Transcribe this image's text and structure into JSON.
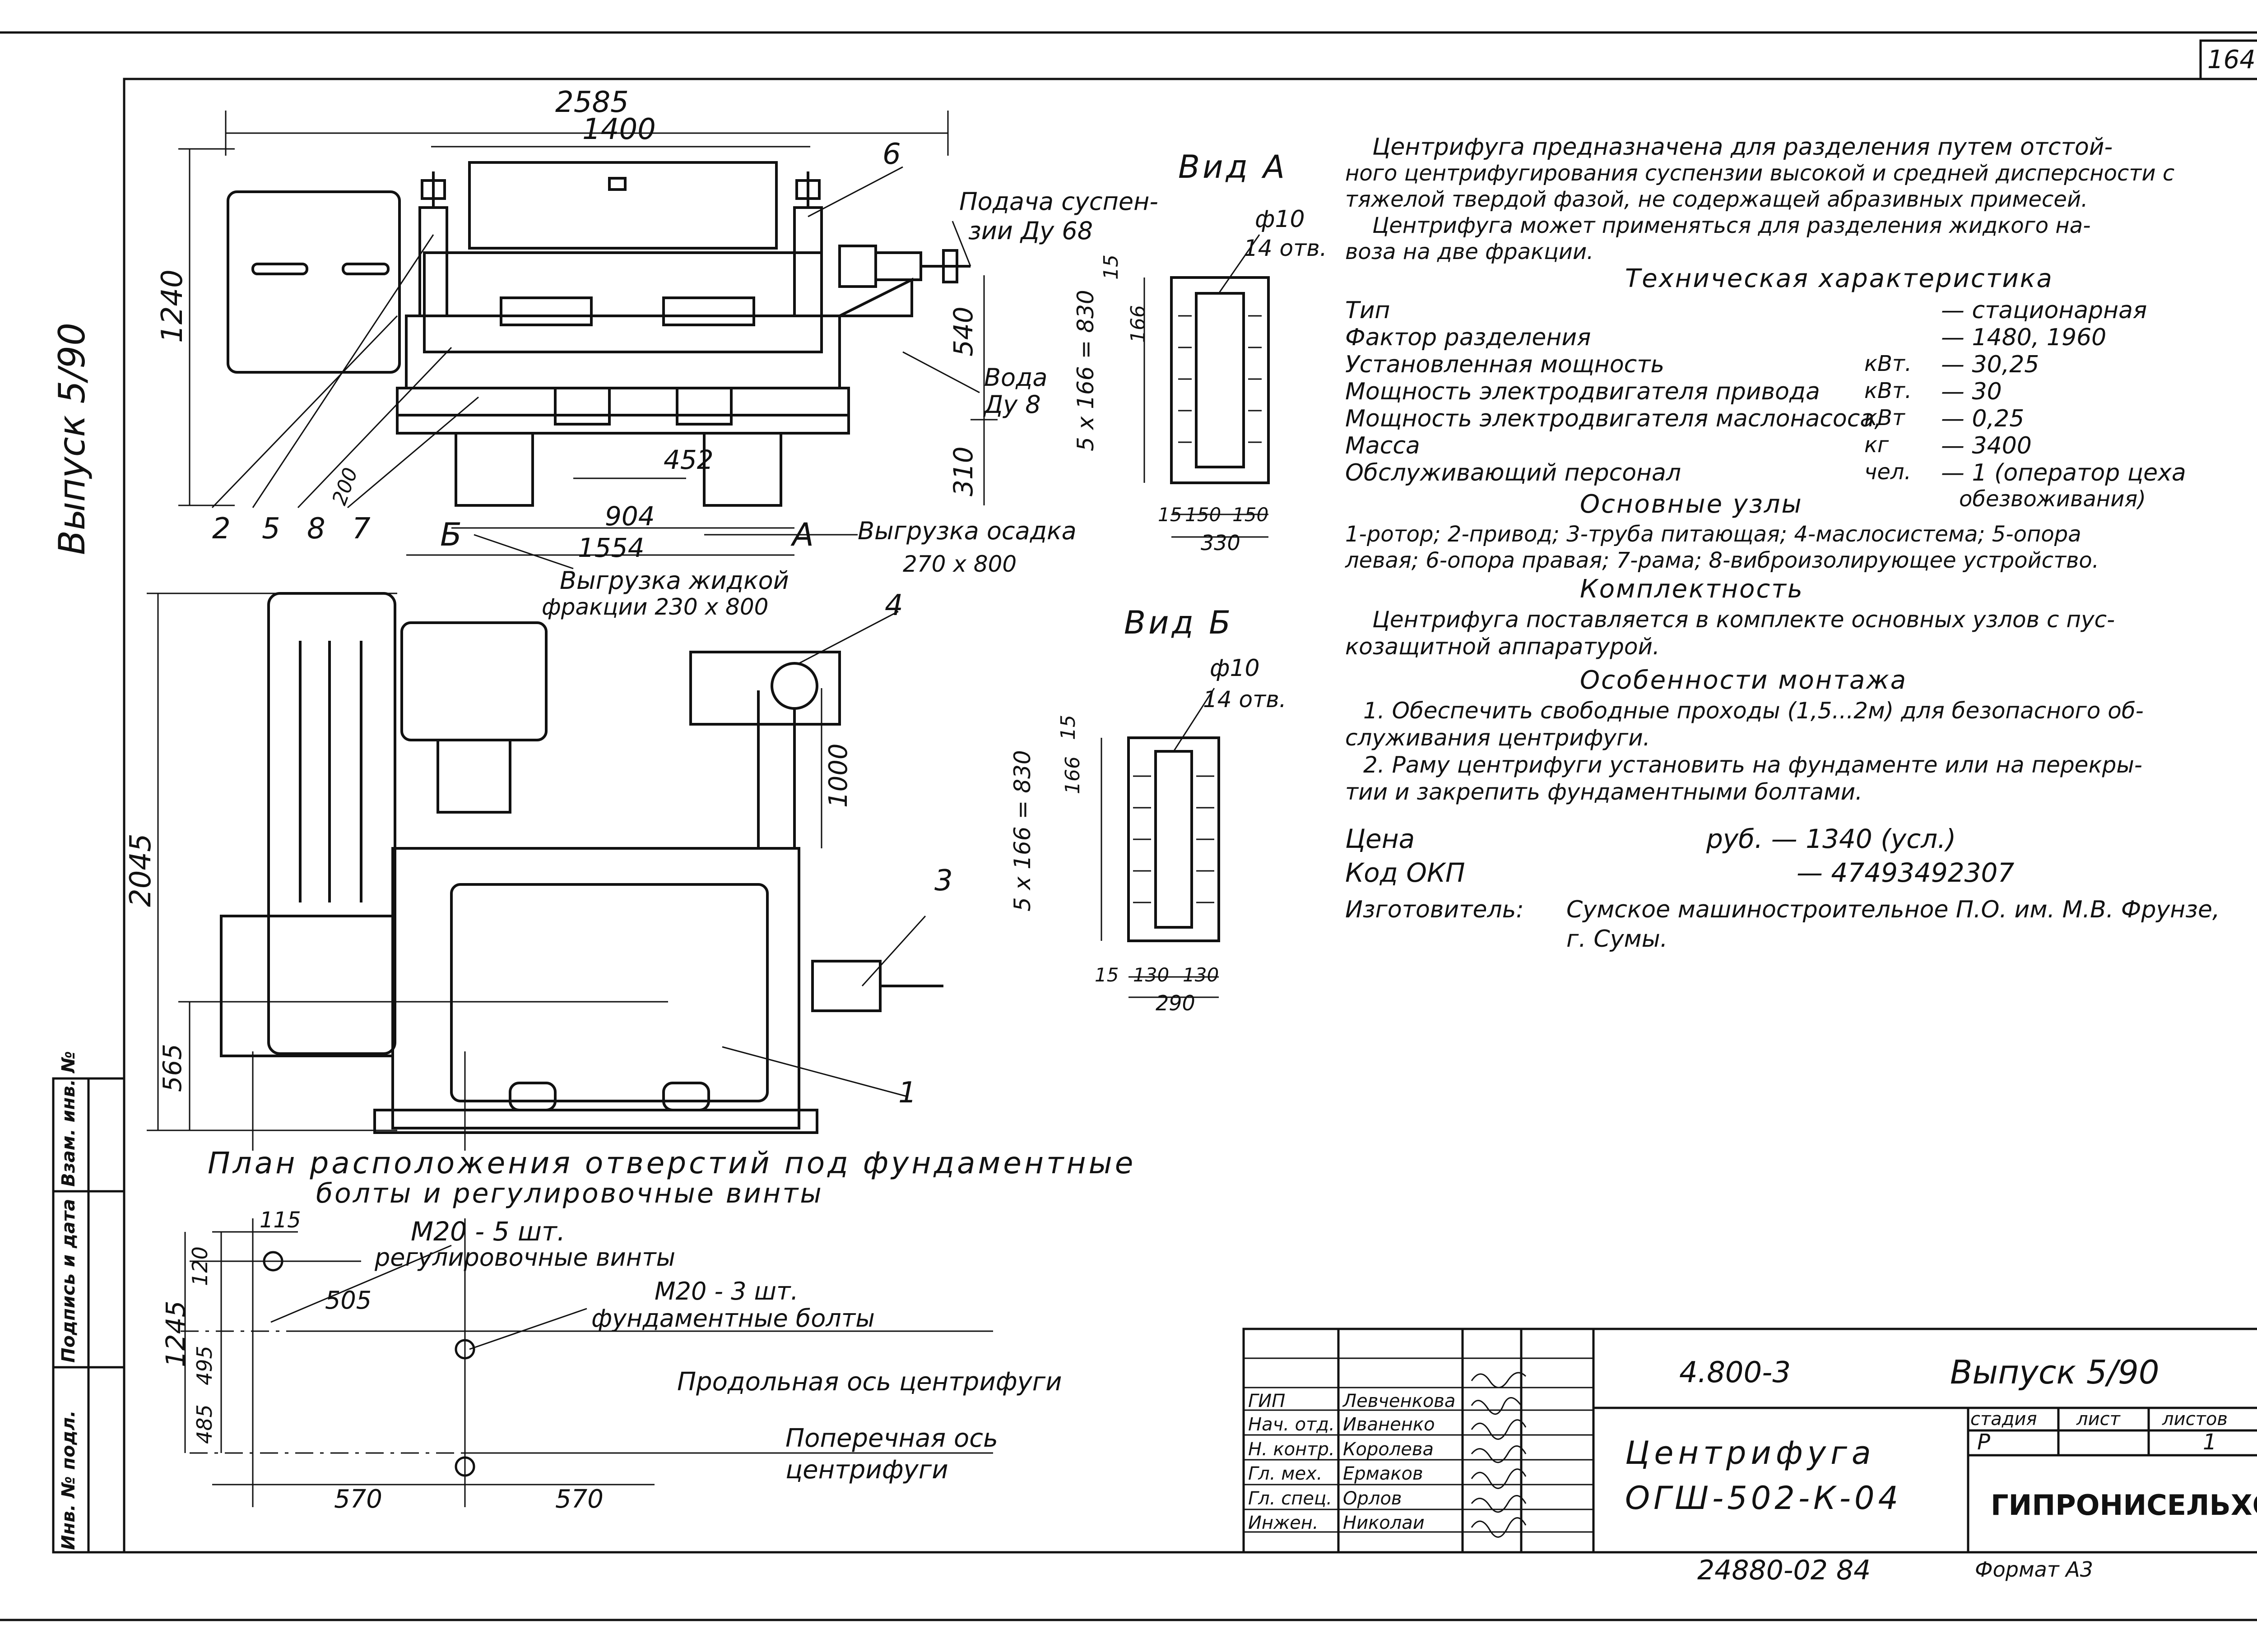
{
  "sheet_number": "164",
  "issue_side": "Выпуск 5/90",
  "side_stamp": [
    "Инв. № подл.",
    "Подпись и дата",
    "Взам. инв. №"
  ],
  "views": {
    "view_a_title": "Вид А",
    "view_b_title": "Вид Б",
    "view_a_dims": [
      "ф10",
      "14 отв.",
      "15",
      "166",
      "5 x 166 = 830",
      "15",
      "150",
      "150",
      "330"
    ],
    "view_b_dims": [
      "ф10",
      "14 отв.",
      "15",
      "166",
      "5 x 166 = 830",
      "15",
      "130",
      "130",
      "290"
    ]
  },
  "main_view": {
    "dim_2585": "2585",
    "dim_1400": "1400",
    "dim_1240": "1240",
    "dim_540": "540",
    "dim_310": "310",
    "dim_200": "200",
    "dim_452": "452",
    "dim_904": "904",
    "dim_1554": "1554",
    "feed_label_1": "Подача суспен-",
    "feed_label_2": "зии Ду 68",
    "water_label_1": "Вода",
    "water_label_2": "Ду 8",
    "sludge_label": "Выгрузка осадка",
    "sludge_size": "270 x 800",
    "liquid_label_1": "Выгрузка жидкой",
    "liquid_label_2": "фракции 230 x 800",
    "letter_b": "Б",
    "letter_a": "А",
    "callouts": [
      "2",
      "5",
      "8",
      "7",
      "6"
    ]
  },
  "plan_view": {
    "dim_2045": "2045",
    "dim_1000": "1000",
    "dim_565": "565",
    "callouts": [
      "4",
      "3",
      "1"
    ]
  },
  "foundation": {
    "title_1": "План расположения отверстий под фундаментные",
    "title_2": "болты и регулировочные винты",
    "m20_5": "М20 - 5 шт.",
    "adj_screws": "регулировочные винты",
    "m20_3": "М20 - 3 шт.",
    "found_bolts": "фундаментные болты",
    "long_axis": "Продольная ось центрифуги",
    "cross_axis_1": "Поперечная ось",
    "cross_axis_2": "центрифуги",
    "dims": [
      "115",
      "120",
      "505",
      "1245",
      "495",
      "485",
      "570",
      "570"
    ]
  },
  "description": {
    "para1": [
      "Центрифуга предназначена для разделения путем отстой-",
      "ного центрифугирования суспензии высокой и средней дисперсности с",
      "тяжелой твердой фазой, не содержащей абразивных примесей.",
      "Центрифуга может применяться для разделения жидкого на-",
      "воза на две фракции."
    ],
    "tech_title": "Техническая характеристика",
    "specs": [
      {
        "name": "Тип",
        "unit": "",
        "value": "— стационарная"
      },
      {
        "name": "Фактор разделения",
        "unit": "",
        "value": "— 1480, 1960"
      },
      {
        "name": "Установленная мощность",
        "unit": "кВт.",
        "value": "— 30,25"
      },
      {
        "name": "Мощность электродвигателя привода",
        "unit": "кВт.",
        "value": "— 30"
      },
      {
        "name": "Мощность электродвигателя маслонасоса,",
        "unit": "кВт",
        "value": "— 0,25"
      },
      {
        "name": "Масса",
        "unit": "кг",
        "value": "— 3400"
      },
      {
        "name": "Обслуживающий персонал",
        "unit": "чел.",
        "value": "— 1 (оператор цеха"
      }
    ],
    "spec_cont": "обезвоживания)",
    "units_title": "Основные узлы",
    "units": [
      "1-ротор; 2-привод; 3-труба питающая; 4-маслосистема; 5-опора",
      "левая; 6-опора правая; 7-рама; 8-виброизолирующее устройство."
    ],
    "kit_title": "Комплектность",
    "kit": [
      "Центрифуга поставляется в комплекте основных узлов с пус-",
      "козащитной аппаратурой."
    ],
    "mount_title": "Особенности монтажа",
    "mount": [
      "1. Обеспечить свободные проходы (1,5...2м) для безопасного об-",
      "служивания центрифуги.",
      "2. Раму центрифуги установить на фундаменте или на перекры-",
      "тии и закрепить фундаментными болтами."
    ],
    "price_label": "Цена",
    "price_value": "руб. — 1340 (усл.)",
    "okp_label": "Код ОКП",
    "okp_value": "— 47493492307",
    "maker_label": "Изготовитель:",
    "maker_1": "Сумское машиностроительное П.О. им. М.В. Фрунзе,",
    "maker_2": "г. Сумы."
  },
  "title_block": {
    "code": "4.800-3",
    "issue": "Выпуск 5/90",
    "name_1": "Центрифуга",
    "name_2": "ОГШ-502-К-04",
    "stage_h": "стадия",
    "sheet_h": "лист",
    "sheets_h": "листов",
    "stage": "Р",
    "sheets": "1",
    "org": "ГИПРОНИСЕЛЬХОЗ",
    "signers": [
      {
        "role": "ГИП",
        "name": "Левченкова"
      },
      {
        "role": "Нач. отд.",
        "name": "Иваненко"
      },
      {
        "role": "Н. контр.",
        "name": "Королева"
      },
      {
        "role": "Гл. мех.",
        "name": "Ермаков"
      },
      {
        "role": "Гл. спец.",
        "name": "Орлов"
      },
      {
        "role": "Инжен.",
        "name": "Николаи"
      }
    ],
    "bottom_code": "24880-02  84",
    "format": "Формат А3"
  }
}
